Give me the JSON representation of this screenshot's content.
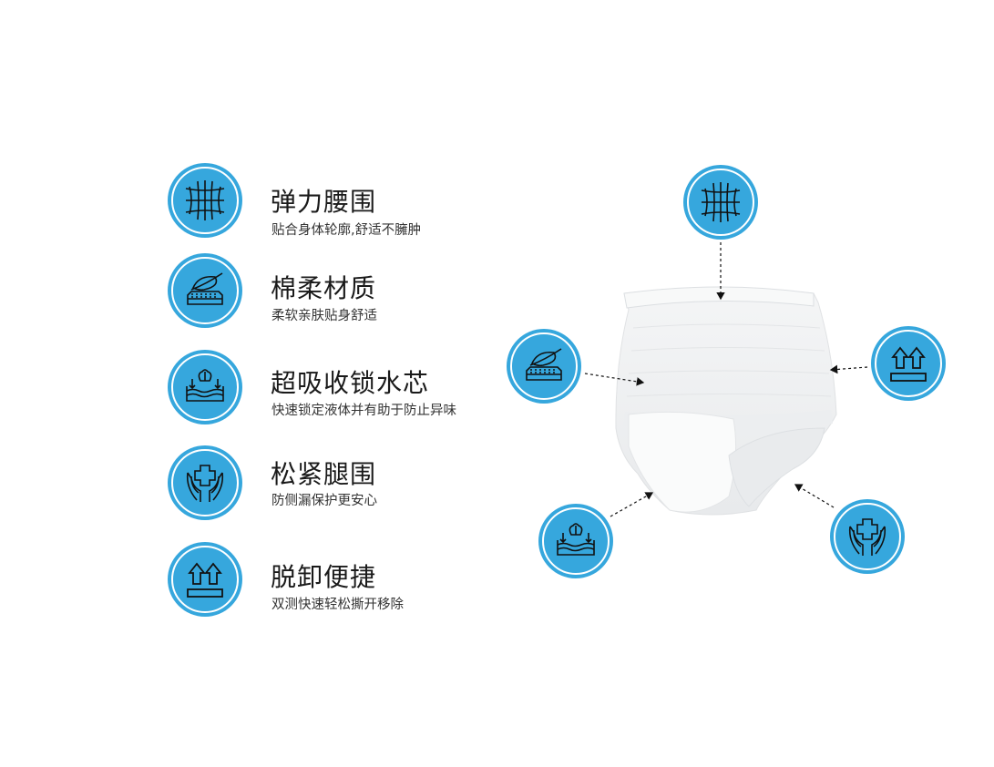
{
  "colors": {
    "accent": "#36a7dd",
    "icon_stroke": "#111111"
  },
  "features": [
    {
      "icon": "elastic-waist-grid-icon",
      "title": "弹力腰围",
      "desc": "贴合身体轮廓,舒适不臃肿"
    },
    {
      "icon": "feather-cushion-icon",
      "title": "棉柔材质",
      "desc": "柔软亲肤贴身舒适"
    },
    {
      "icon": "absorbent-core-icon",
      "title": "超吸收锁水芯",
      "desc": "快速锁定液体并有助于防止异味"
    },
    {
      "icon": "hands-cross-icon",
      "title": "松紧腿围",
      "desc": "防侧漏保护更安心"
    },
    {
      "icon": "arrows-up-icon",
      "title": "脱卸便捷",
      "desc": "双测快速轻松撕开移除"
    }
  ]
}
